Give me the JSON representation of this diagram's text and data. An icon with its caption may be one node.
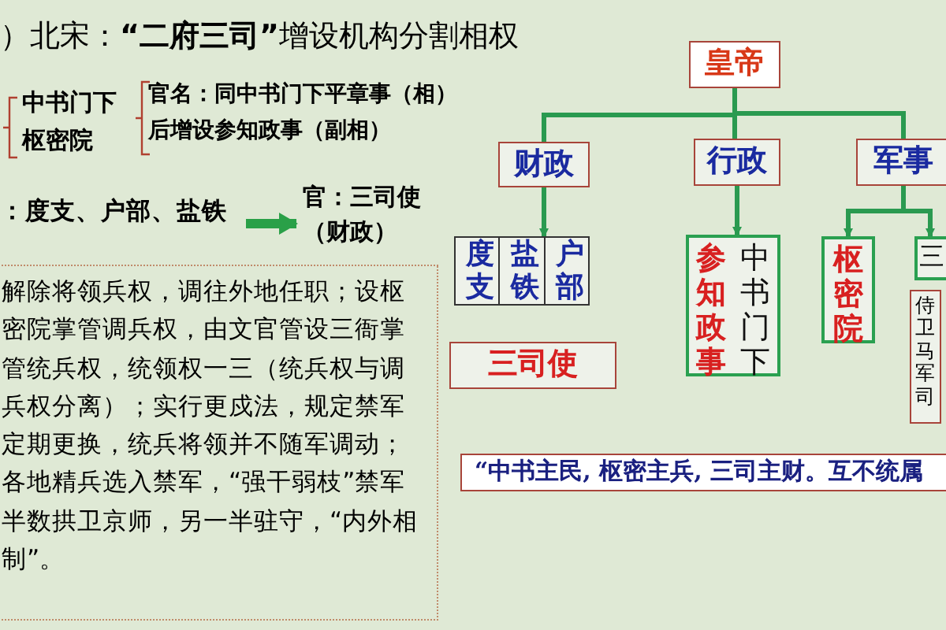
{
  "diagram": {
    "title": "）北宋：**“二府三司”**增设机构分割相权",
    "nodes": [
      {
        "text": [
          "：**度支、户部、盐铁**"
        ]
      },
      {
        "text": [
          "官：**三司使（财政）**"
        ]
      },
      {
        "text": [
          "解除将领兵权，调往外地任职；设枢密院掌管调兵权，由文官管设三衙掌管统兵权，统领权一三（统兵权与调兵权分离）；实行更戍法，规定禁军定期更换，统兵将领并不随军调动；各地精兵选入禁军，“强干弱枝”禁军半数拱卫京师，另一半驻守，“内外相制”。"
        ]
      },
      {
        "text": [
          "皇帝"
        ]
      },
      {
        "text": [
          "财政"
        ]
      },
      {
        "text": [
          "行政"
        ]
      },
      {
        "text": [
          "军事"
        ]
      },
      {
        "text": [
          "度支",
          "盐铁",
          "户部"
        ]
      },
      {
        "text": [
          "三司使"
        ]
      },
      {
        "text": [
          "参知政事",
          "中书门下"
        ]
      },
      {
        "text": [
          "枢密院"
        ]
      },
      {
        "text": [
          "三"
        ]
      },
      {
        "text": [
          "侍卫马军司"
        ]
      },
      {
        "text": [
          "“中书主民, 枢密主兵, 三司主财。互不统属"
        ]
      }
    ],
    "edges": [
      {
        "from": 0,
        "to": 1,
        "arrow": "to",
        "style": "thick"
      },
      {
        "from": 3,
        "to": 4,
        "arrow": "none"
      },
      {
        "from": 3,
        "to": 5,
        "arrow": "none"
      },
      {
        "from": 3,
        "to": 6,
        "arrow": "none"
      },
      {
        "from": 4,
        "to": 7,
        "arrow": "to"
      },
      {
        "from": 5,
        "to": 9,
        "arrow": "to"
      },
      {
        "from": 6,
        "to": 10,
        "arrow": "to"
      },
      {
        "from": 6,
        "to": 11,
        "arrow": "to"
      }
    ],
    "labels": [
      "中书门下",
      "枢密院",
      "官名：**同中书门下平章事（相）**",
      "后增设**参知政事（副相）**"
    ]
  }
}
